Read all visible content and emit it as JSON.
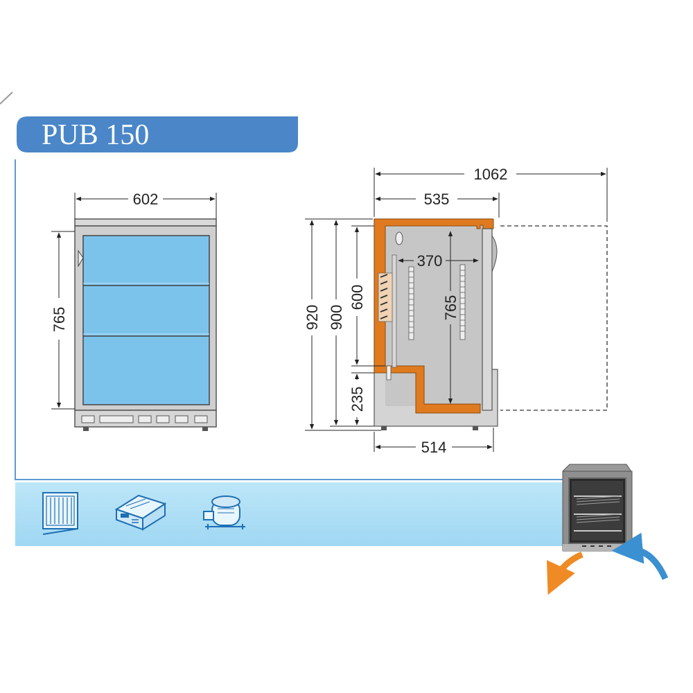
{
  "title": "PUB 150",
  "front_view": {
    "width_label": "602",
    "height_label": "765"
  },
  "side_view": {
    "total_depth_label": "1062",
    "depth_label": "535",
    "inner_depth_label": "370",
    "inner_height_label": "765",
    "total_height_label": "920",
    "body_height_label": "900",
    "compartment_height_label": "600",
    "base_height_label": "235",
    "base_depth_label": "514"
  },
  "colors": {
    "title_bar": "#4a86c8",
    "frame_line": "#5a9bd4",
    "glass": "#7cc3ec",
    "insulation": "#e07a1f",
    "feature_band": "#a9dcf5",
    "arrow_out": "#f08a24",
    "arrow_in": "#3a90d0"
  },
  "icons": [
    "condenser-grid-icon",
    "control-unit-icon",
    "compressor-icon"
  ]
}
